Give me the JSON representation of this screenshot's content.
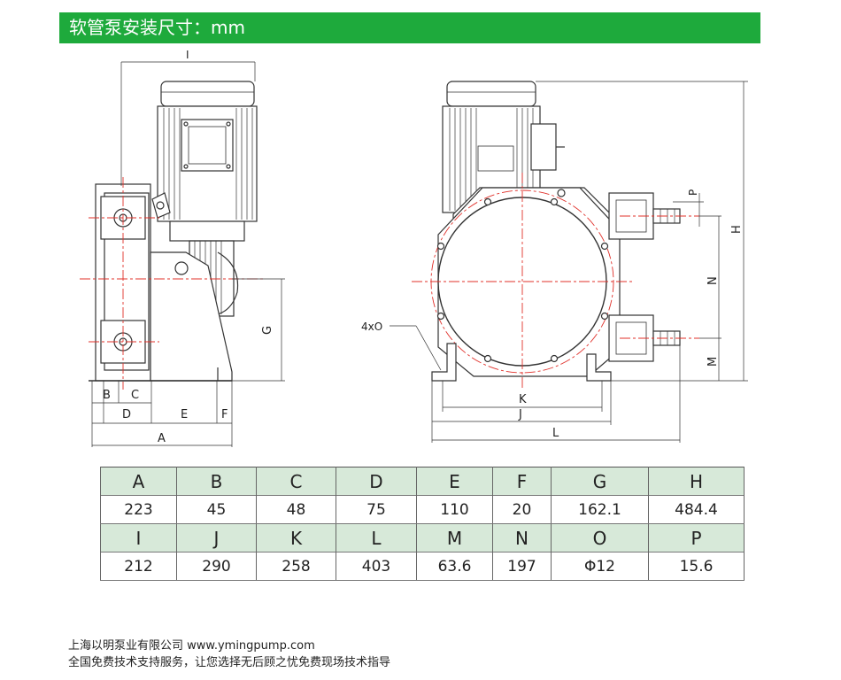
{
  "header": {
    "title": "软管泵安装尺寸：mm"
  },
  "drawing": {
    "labels": {
      "I": "I",
      "B": "B",
      "C": "C",
      "D": "D",
      "E": "E",
      "F": "F",
      "A": "A",
      "G": "G",
      "P": "P",
      "H": "H",
      "N": "N",
      "M": "M",
      "K": "K",
      "J": "J",
      "L": "L",
      "holes": "4xO"
    }
  },
  "table": {
    "rows": [
      {
        "kind": "header",
        "cells": [
          "A",
          "B",
          "C",
          "D",
          "E",
          "F",
          "G",
          "H"
        ]
      },
      {
        "kind": "value",
        "cells": [
          "223",
          "45",
          "48",
          "75",
          "110",
          "20",
          "162.1",
          "484.4"
        ]
      },
      {
        "kind": "header",
        "cells": [
          "I",
          "J",
          "K",
          "L",
          "M",
          "N",
          "O",
          "P"
        ]
      },
      {
        "kind": "value",
        "cells": [
          "212",
          "290",
          "258",
          "403",
          "63.6",
          "197",
          "Φ12",
          "15.6"
        ]
      }
    ]
  },
  "footer": {
    "line1": "上海以明泵业有限公司  www.ymingpump.com",
    "line2": "全国免费技术支持服务，让您选择无后顾之忧免费现场技术指导"
  },
  "colors": {
    "accent": "#1eaa3c",
    "table_header_bg": "#d7e9d9",
    "centerline": "#e0302a"
  }
}
